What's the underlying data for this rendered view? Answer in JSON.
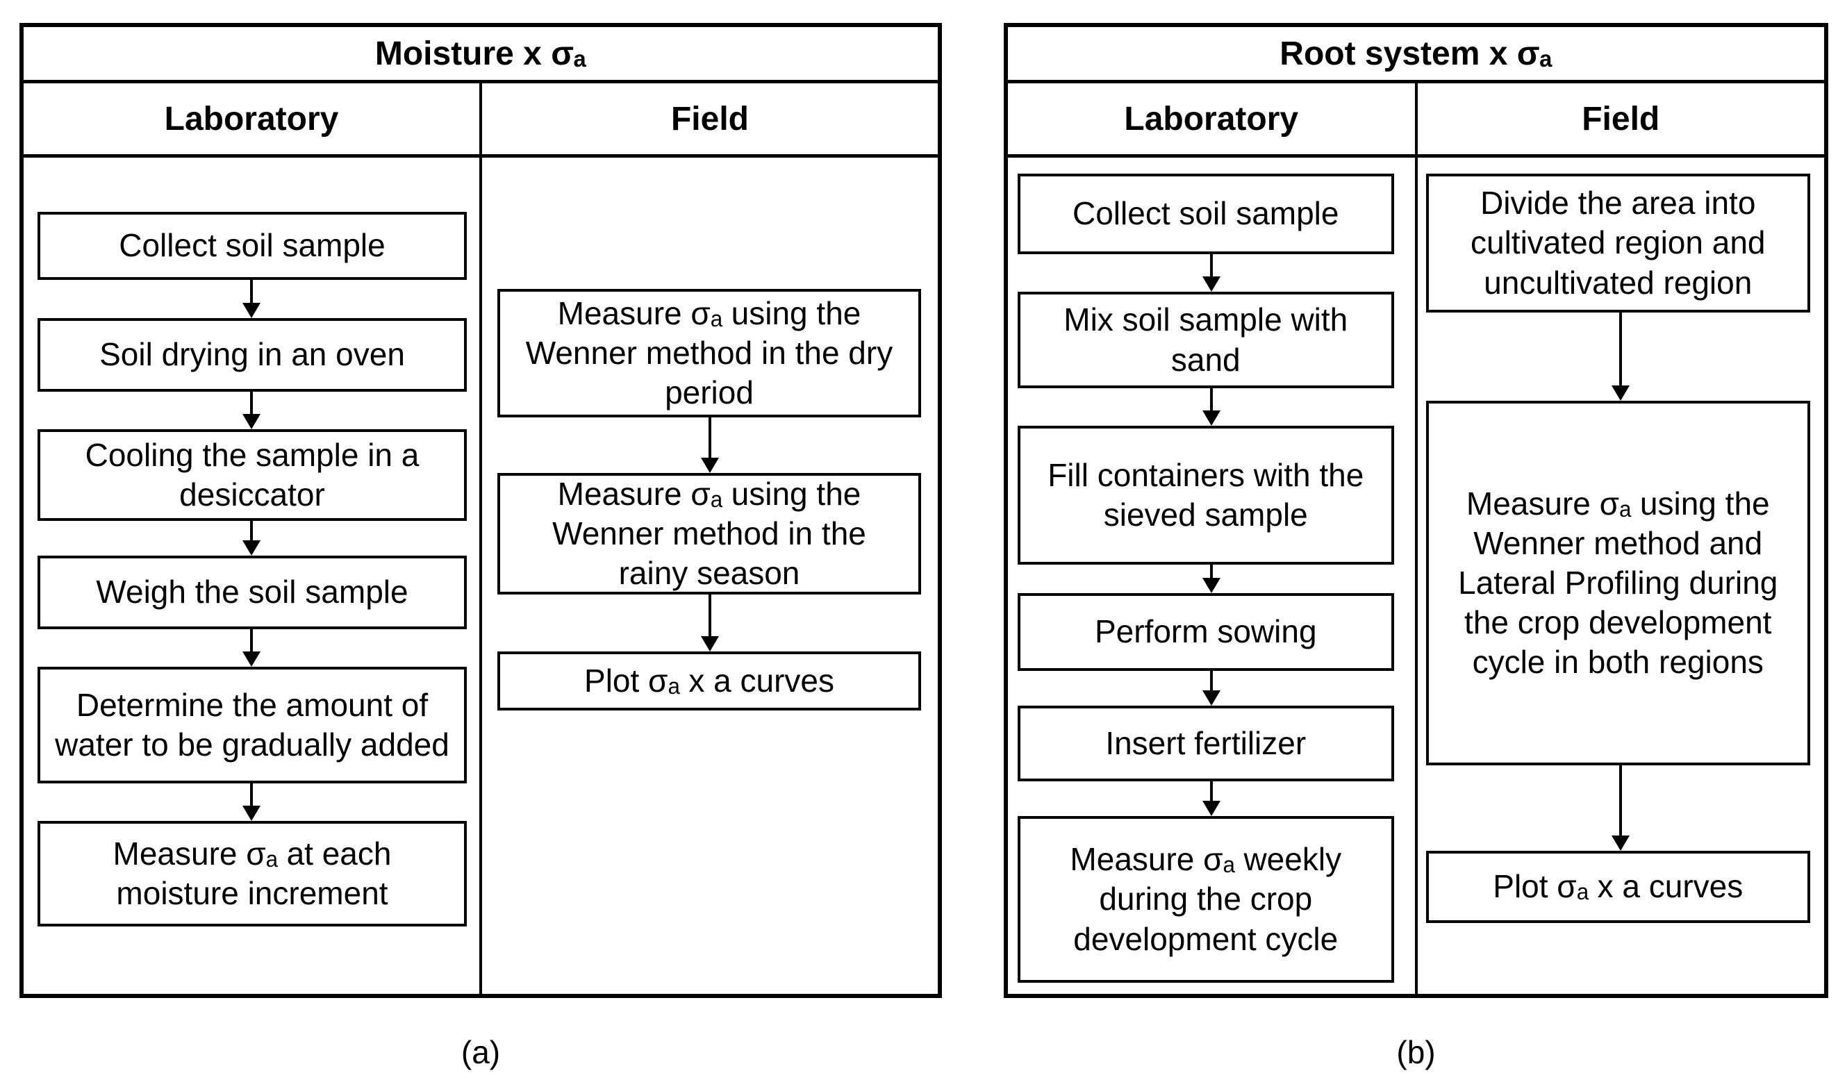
{
  "panel_a": {
    "title": "Moisture x σₐ",
    "caption": "(a)",
    "lab_header": "Laboratory",
    "field_header": "Field",
    "lab_steps": [
      "Collect soil sample",
      "Soil drying in an oven",
      "Cooling the sample in a desiccator",
      "Weigh the soil sample",
      "Determine the amount of water to be gradually added",
      "Measure σₐ at each moisture increment"
    ],
    "field_steps": [
      "Measure σₐ using the Wenner method in the dry period",
      "Measure σₐ using the Wenner method in the rainy season",
      "Plot σₐ x a curves"
    ]
  },
  "panel_b": {
    "title": "Root system x σₐ",
    "caption": "(b)",
    "lab_header": "Laboratory",
    "field_header": "Field",
    "lab_steps": [
      "Collect soil sample",
      "Mix soil sample with sand",
      "Fill containers with the sieved sample",
      "Perform sowing",
      "Insert fertilizer",
      "Measure σₐ weekly during the crop development cycle"
    ],
    "field_steps": [
      "Divide the area into cultivated region and uncultivated region",
      "Measure σₐ using the Wenner method and Lateral Profiling during the crop development cycle in both regions",
      "Plot σₐ x a curves"
    ]
  },
  "colors": {
    "line": "#000000",
    "background": "#ffffff"
  }
}
